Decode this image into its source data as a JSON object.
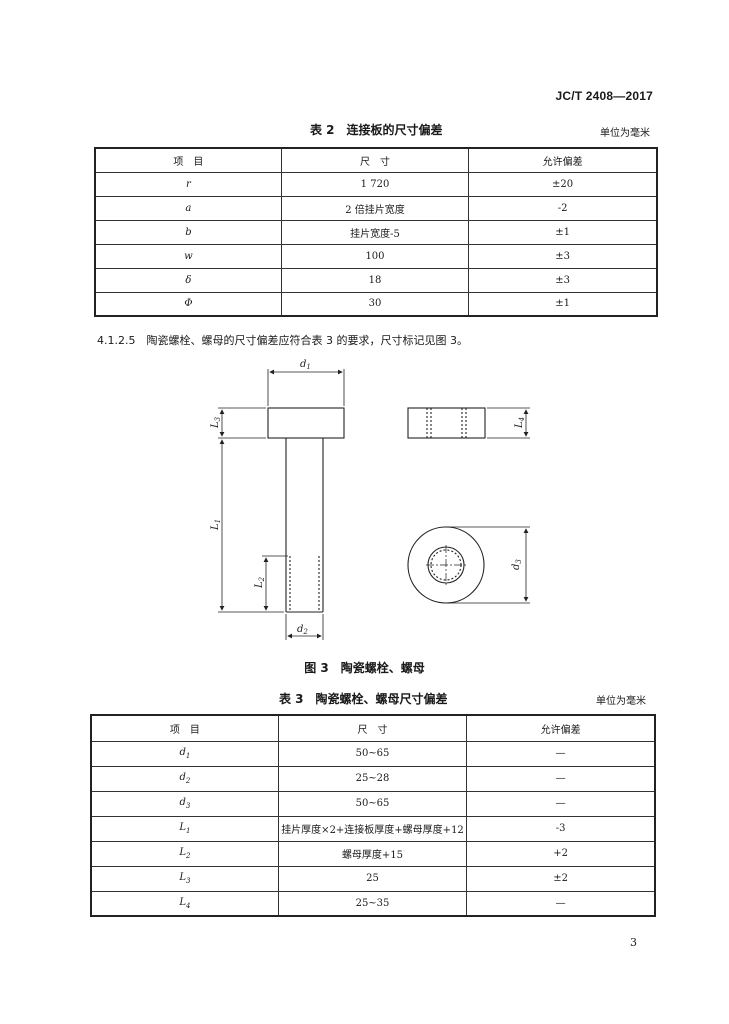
{
  "header": {
    "standard_code": "JC/T 2408—2017"
  },
  "table2": {
    "title": "表 2　连接板的尺寸偏差",
    "unit": "单位为毫米",
    "headers": [
      "项　目",
      "尺　寸",
      "允许偏差"
    ],
    "rows": [
      {
        "item": "r",
        "size": "1 720",
        "tol": "±20"
      },
      {
        "item": "a",
        "size": "2 倍挂片宽度",
        "tol": "-2"
      },
      {
        "item": "b",
        "size": "挂片宽度-5",
        "tol": "±1"
      },
      {
        "item": "w",
        "size": "100",
        "tol": "±3"
      },
      {
        "item": "δ",
        "size": "18",
        "tol": "±3"
      },
      {
        "item": "Φ",
        "size": "30",
        "tol": "±1"
      }
    ]
  },
  "clause": "4.1.2.5　陶瓷螺栓、螺母的尺寸偏差应符合表 3 的要求，尺寸标记见图 3。",
  "figure3": {
    "caption": "图 3　陶瓷螺栓、螺母",
    "labels": {
      "d1": {
        "base": "d",
        "sub": "1"
      },
      "d2": {
        "base": "d",
        "sub": "2"
      },
      "d3": {
        "base": "d",
        "sub": "3"
      },
      "L1": {
        "base": "L",
        "sub": "1"
      },
      "L2": {
        "base": "L",
        "sub": "2"
      },
      "L3": {
        "base": "L",
        "sub": "3"
      },
      "L4": {
        "base": "L",
        "sub": "4"
      }
    }
  },
  "table3": {
    "title": "表 3　陶瓷螺栓、螺母尺寸偏差",
    "unit": "单位为毫米",
    "headers": [
      "项　目",
      "尺　寸",
      "允许偏差"
    ],
    "rows": [
      {
        "item_base": "d",
        "item_sub": "1",
        "size": "50~65",
        "tol": "—"
      },
      {
        "item_base": "d",
        "item_sub": "2",
        "size": "25~28",
        "tol": "—"
      },
      {
        "item_base": "d",
        "item_sub": "3",
        "size": "50~65",
        "tol": "—"
      },
      {
        "item_base": "L",
        "item_sub": "1",
        "size": "挂片厚度×2+连接板厚度+螺母厚度+12",
        "tol": "-3"
      },
      {
        "item_base": "L",
        "item_sub": "2",
        "size": "螺母厚度+15",
        "tol": "+2"
      },
      {
        "item_base": "L",
        "item_sub": "3",
        "size": "25",
        "tol": "±2"
      },
      {
        "item_base": "L",
        "item_sub": "4",
        "size": "25~35",
        "tol": "—"
      }
    ]
  },
  "page_number": "3"
}
